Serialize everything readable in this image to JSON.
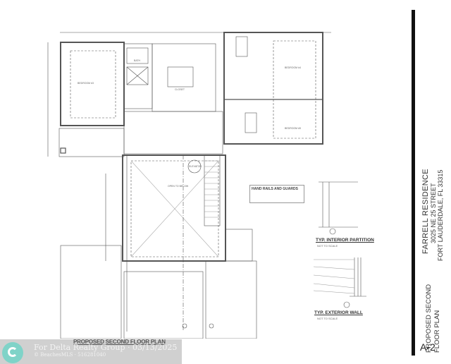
{
  "drawing": {
    "plan_title": "PROPOSED SECOND FLOOR PLAN",
    "title_block": {
      "project_name": "FARRELL RESIDENCE",
      "address": "3025 NE 25 STREET",
      "city": "FORT LAUDERDALE, FL  33315",
      "sheet_title": "PROPOSED SECOND FLOOR PLAN",
      "sheet_number": "A-2"
    },
    "notes": {
      "handrails_title": "HAND RAILS AND GUARDS"
    },
    "details": [
      {
        "type": "A",
        "title": "TYP. INTERIOR PARTITION",
        "subtitle": "NOT TO SCALE"
      },
      {
        "type": "B",
        "title": "TYP. EXTERIOR WALL",
        "subtitle": "NOT TO SCALE"
      }
    ],
    "rooms": [
      {
        "label": "BEDROOM #3"
      },
      {
        "label": "CLOSET"
      },
      {
        "label": "BATH"
      },
      {
        "label": "BEDROOM #4"
      },
      {
        "label": "BEDROOM #5"
      },
      {
        "label": "OPEN TO BELOW"
      },
      {
        "label": "ELEVATOR"
      },
      {
        "label": "STAIRS"
      }
    ]
  },
  "watermark": {
    "line1": "For Delta Realty Group · 03/13/2025",
    "line2": "© BeachesMLS · 516281040",
    "logo_color": "#7fd3c8"
  }
}
